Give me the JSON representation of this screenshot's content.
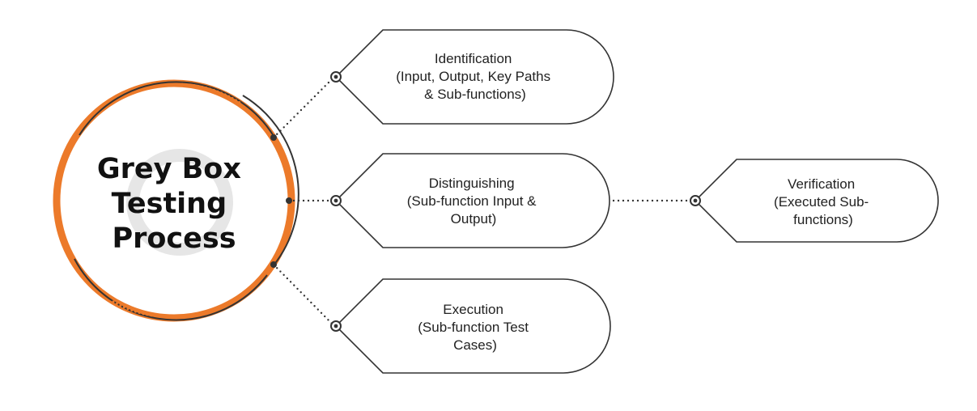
{
  "center": {
    "title_lines": [
      "Grey Box",
      "Testing",
      "Process"
    ],
    "ring_color": "#EC7A2A",
    "watermark_color": "#E6E6E6"
  },
  "steps": [
    {
      "id": "identification",
      "lines": [
        "Identification",
        "(Input, Output, Key Paths",
        "& Sub-functions)"
      ]
    },
    {
      "id": "distinguishing",
      "lines": [
        "Distinguishing",
        "(Sub-function Input &",
        "Output)"
      ]
    },
    {
      "id": "execution",
      "lines": [
        "Execution",
        "(Sub-function Test",
        "Cases)"
      ]
    },
    {
      "id": "verification",
      "lines": [
        "Verification",
        "(Executed Sub-",
        "functions)"
      ]
    }
  ],
  "colors": {
    "outline": "#333333",
    "text": "#222222",
    "accent": "#EC7A2A"
  }
}
